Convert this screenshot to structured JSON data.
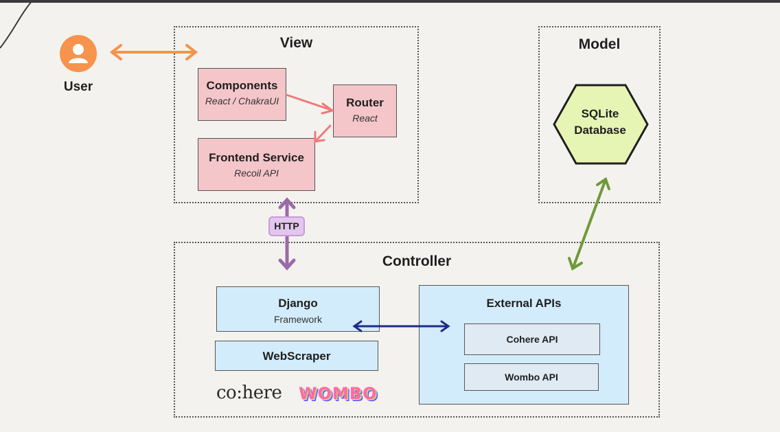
{
  "user": {
    "label": "User"
  },
  "view": {
    "title": "View",
    "components": {
      "title": "Components",
      "subtitle": "React / ChakraUI"
    },
    "router": {
      "title": "Router",
      "subtitle": "React"
    },
    "frontend_service": {
      "title": "Frontend Service",
      "subtitle": "Recoil API"
    }
  },
  "model": {
    "title": "Model",
    "database": {
      "line1": "SQLite",
      "line2": "Database"
    }
  },
  "http_label": "HTTP",
  "controller": {
    "title": "Controller",
    "django": {
      "title": "Django",
      "subtitle": "Framework"
    },
    "webscraper": {
      "title": "WebScraper"
    },
    "external_apis": {
      "title": "External APIs",
      "items": [
        "Cohere API",
        "Wombo API"
      ]
    },
    "logos": {
      "cohere": "co:here",
      "wombo": "WOMBO"
    }
  },
  "colors": {
    "user_accent": "#f7934c",
    "view_arrows": "#f07878",
    "http_arrow": "#9b6aa8",
    "model_arrow": "#6f9a3a",
    "controller_arrow": "#1f2a8a",
    "database_fill": "#e6f5b3",
    "pink_box": "#f4c5c9",
    "blue_box": "#d3ecfb"
  }
}
